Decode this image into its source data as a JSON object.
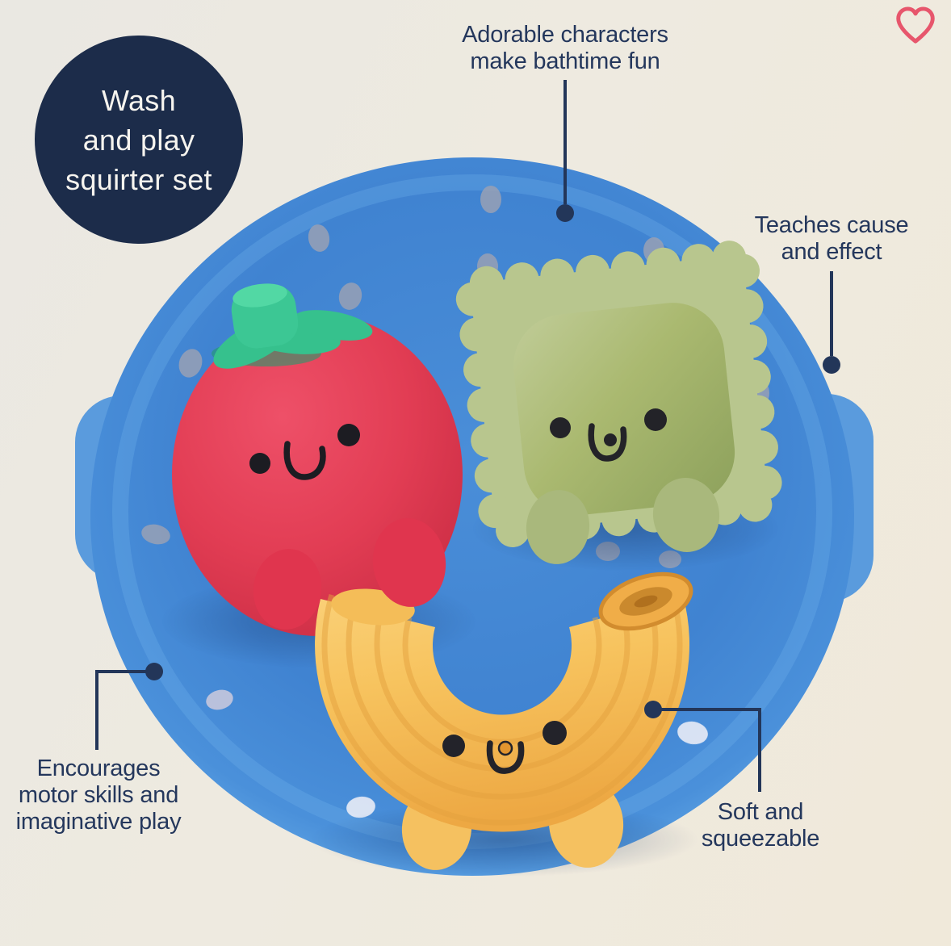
{
  "page": {
    "type": "product-feature-infographic",
    "background_color": "#edeae1"
  },
  "badge": {
    "lines": [
      "Wash",
      "and play",
      "squirter set"
    ],
    "bg_color": "#1c2c4a",
    "text_color": "#f6f4ef"
  },
  "callouts": {
    "top": {
      "lines": [
        "Adorable characters",
        "make bathtime fun"
      ]
    },
    "right": {
      "lines": [
        "Teaches cause",
        "and effect"
      ]
    },
    "bottom_left": {
      "lines": [
        "Encourages",
        "motor skills and",
        "imaginative play"
      ]
    },
    "bottom_right": {
      "lines": [
        "Soft and",
        "squeezable"
      ]
    }
  },
  "annotation": {
    "text_color": "#24375c",
    "line_color": "#233659"
  },
  "wishlist": {
    "icon": "heart-outline",
    "color": "#e7566c"
  },
  "product": {
    "name": "Wash and play squirter set",
    "characters": [
      "tomato",
      "ravioli",
      "macaroni"
    ],
    "colors": {
      "colander_blue": "#4083d1",
      "tomato_red": "#e23d54",
      "stem_green": "#36c18d",
      "ravioli_green": "#aab970",
      "macaroni_yellow": "#f7c35e"
    }
  }
}
